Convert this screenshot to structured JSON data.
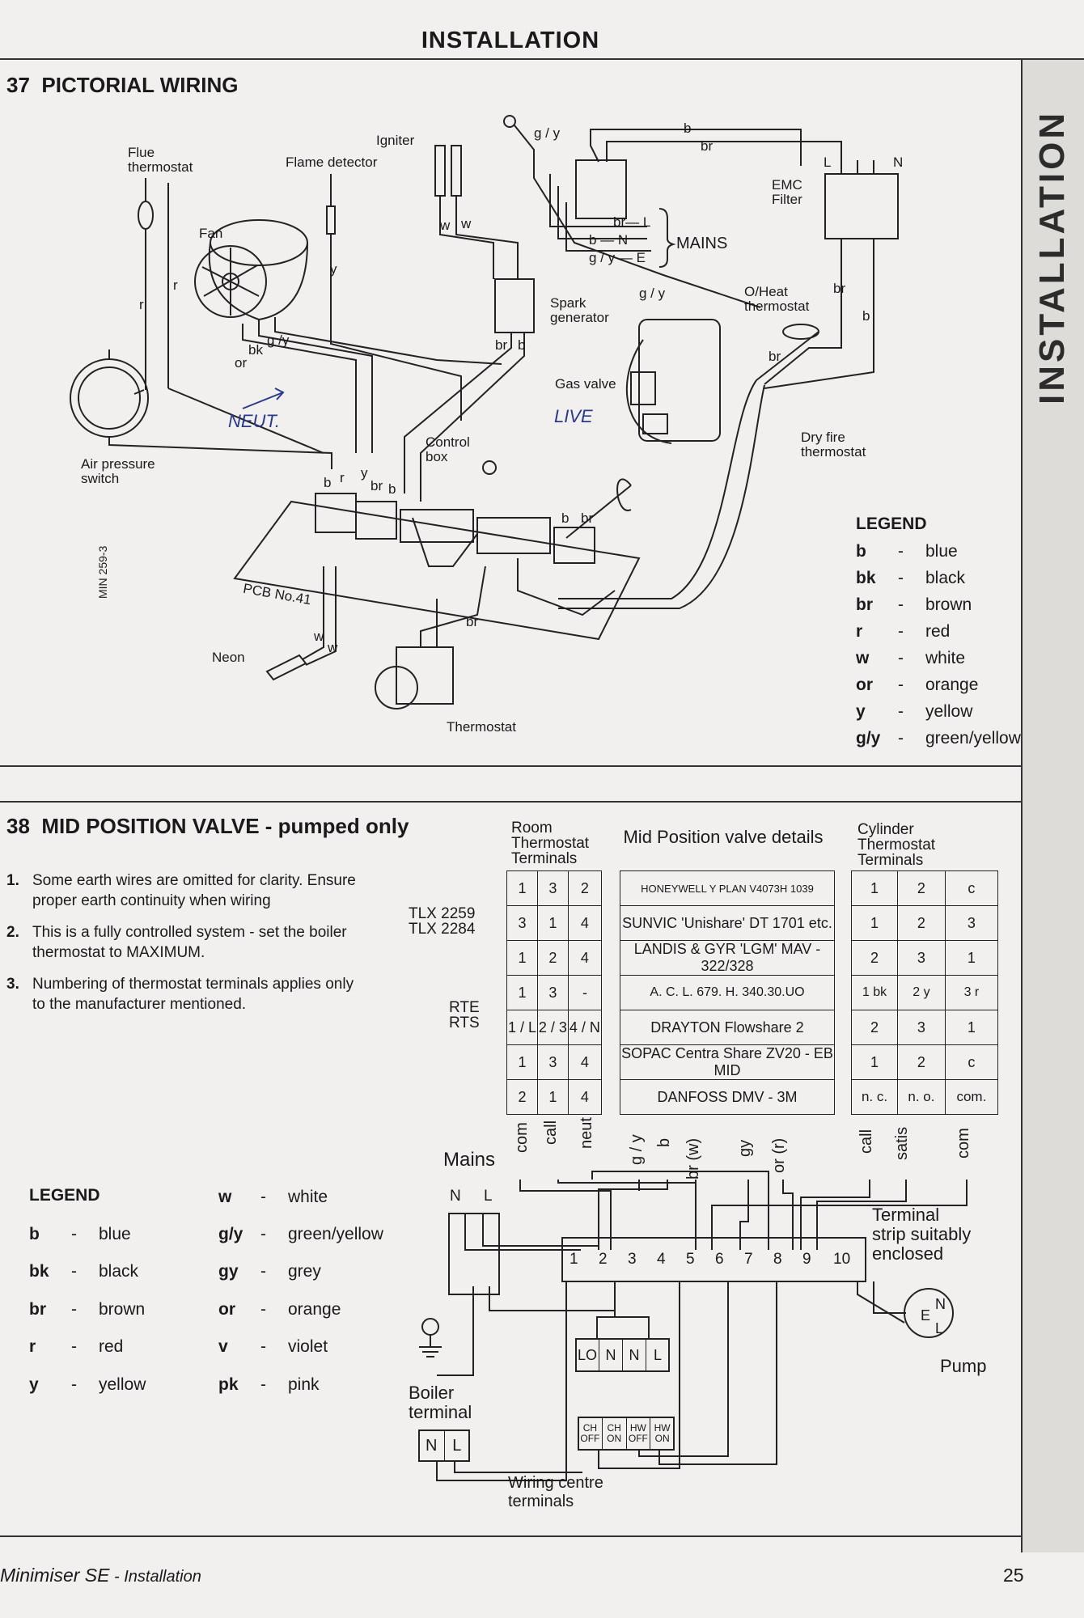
{
  "header": {
    "title": "INSTALLATION"
  },
  "side_tab": {
    "text": "INSTALLATION"
  },
  "section37": {
    "number": "37",
    "title": "PICTORIAL WIRING",
    "labels": {
      "flue_thermostat": "Flue thermostat",
      "flame_detector": "Flame detector",
      "igniter": "Igniter",
      "fan": "Fan",
      "air_pressure_switch": "Air pressure switch",
      "control_box": "Control box",
      "spark_generator": "Spark generator",
      "gas_valve": "Gas valve",
      "mains": "MAINS",
      "emc_filter": "EMC Filter",
      "oheat_thermostat": "O/Heat thermostat",
      "dry_fire_thermostat": "Dry fire thermostat",
      "pcb": "PCB No.41",
      "neon": "Neon",
      "thermostat": "Thermostat",
      "min_code": "MIN 259-3",
      "handwritten_neut": "NEUT.",
      "handwritten_live": "LIVE"
    },
    "wire_codes": {
      "gy": "g / y",
      "b": "b",
      "br": "br",
      "l": "L",
      "n": "N",
      "brL": "br— L",
      "bN": "b — N",
      "gyE": "g / y — E",
      "w": "w",
      "y": "y",
      "r": "r",
      "bk": "bk",
      "or": "or",
      "gy_short": "g /y"
    },
    "legend": {
      "heading": "LEGEND",
      "items": [
        {
          "code": "b",
          "name": "blue"
        },
        {
          "code": "bk",
          "name": "black"
        },
        {
          "code": "br",
          "name": "brown"
        },
        {
          "code": "r",
          "name": "red"
        },
        {
          "code": "w",
          "name": "white"
        },
        {
          "code": "or",
          "name": "orange"
        },
        {
          "code": "y",
          "name": "yellow"
        },
        {
          "code": "g/y",
          "name": "green/yellow"
        }
      ]
    }
  },
  "section38": {
    "number": "38",
    "title": "MID POSITION VALVE - pumped only",
    "notes": [
      {
        "num": "1.",
        "text": "Some earth wires are omitted for clarity. Ensure proper earth continuity when wiring"
      },
      {
        "num": "2.",
        "text": "This is a fully controlled system - set the boiler thermostat to MAXIMUM."
      },
      {
        "num": "3.",
        "text": "Numbering of thermostat terminals applies only to the manufacturer mentioned."
      }
    ],
    "legend": {
      "heading": "LEGEND",
      "col1": [
        {
          "code": "b",
          "name": "blue"
        },
        {
          "code": "bk",
          "name": "black"
        },
        {
          "code": "br",
          "name": "brown"
        },
        {
          "code": "r",
          "name": "red"
        },
        {
          "code": "y",
          "name": "yellow"
        }
      ],
      "col2": [
        {
          "code": "w",
          "name": "white"
        },
        {
          "code": "g/y",
          "name": "green/yellow"
        },
        {
          "code": "gy",
          "name": "grey"
        },
        {
          "code": "or",
          "name": "orange"
        },
        {
          "code": "v",
          "name": "violet"
        },
        {
          "code": "pk",
          "name": "pink"
        }
      ]
    },
    "side_labels": {
      "tlx": "TLX 2259\nTLX 2284",
      "rte": "RTE\nRTS"
    },
    "room_thermostat": {
      "heading": "Room Thermostat Terminals",
      "rows": [
        [
          "1",
          "3",
          "2"
        ],
        [
          "3",
          "1",
          "4"
        ],
        [
          "1",
          "2",
          "4"
        ],
        [
          "1",
          "3",
          "-"
        ],
        [
          "1 / L",
          "2 / 3",
          "4 / N"
        ],
        [
          "1",
          "3",
          "4"
        ],
        [
          "2",
          "1",
          "4"
        ]
      ],
      "wires": [
        "com",
        "call",
        "neut"
      ]
    },
    "mid_valve": {
      "heading": "Mid Position valve details",
      "rows": [
        "HONEYWELL Y PLAN V4073H 1039",
        "SUNVIC 'Unishare' DT 1701 etc.",
        "LANDIS & GYR 'LGM' MAV - 322/328",
        "A. C. L. 679. H. 340.30.UO",
        "DRAYTON Flowshare 2",
        "SOPAC Centra Share ZV20 - EB MID",
        "DANFOSS DMV - 3M"
      ],
      "wires": [
        "g / y",
        "b",
        "br (w)",
        "gy",
        "or (r)"
      ]
    },
    "cylinder_thermostat": {
      "heading": "Cylinder Thermostat Terminals",
      "rows": [
        [
          "1",
          "2",
          "c"
        ],
        [
          "1",
          "2",
          "3"
        ],
        [
          "2",
          "3",
          "1"
        ],
        [
          "1 bk",
          "2 y",
          "3 r"
        ],
        [
          "2",
          "3",
          "1"
        ],
        [
          "1",
          "2",
          "c"
        ],
        [
          "n. c.",
          "n. o.",
          "com."
        ]
      ],
      "wires": [
        "call",
        "satis",
        "com"
      ]
    },
    "terminal_strip": {
      "label": "Terminal strip suitably enclosed",
      "numbers": [
        "1",
        "2",
        "3",
        "4",
        "5",
        "6",
        "7",
        "8",
        "9",
        "10"
      ]
    },
    "mains": {
      "label": "Mains",
      "n": "N",
      "l": "L"
    },
    "pump": {
      "label": "Pump",
      "n": "N",
      "e": "E",
      "l": "L"
    },
    "boiler_terminal": {
      "label": "Boiler terminal",
      "n": "N",
      "l": "L"
    },
    "wiring_centre": {
      "label": "Wiring centre terminals",
      "boxes": [
        "CH OFF",
        "CH ON",
        "HW OFF",
        "HW ON"
      ]
    },
    "lnnl": [
      "LO",
      "N",
      "N",
      "L"
    ]
  },
  "footer": {
    "left": "Minimiser SE",
    "left2": " - Installation",
    "page": "25"
  }
}
